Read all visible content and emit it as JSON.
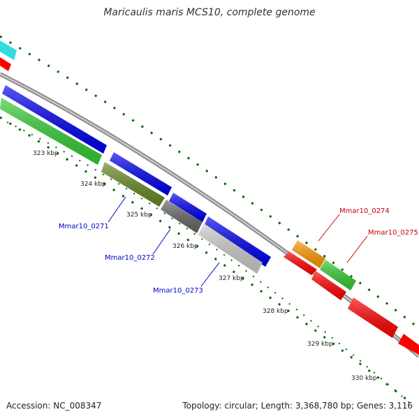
{
  "title": "Maricaulis maris MCS10, complete genome",
  "footer": {
    "accession": "Accession: NC_008347",
    "summary": "Topology: circular; Length: 3,368,780 bp; Genes: 3,116"
  },
  "scale_labels": [
    "323 kbp",
    "324 kbp",
    "325 kbp",
    "326 kbp",
    "327 kbp",
    "328 kbp",
    "329 kbp",
    "330 kbp"
  ],
  "gene_labels": [
    {
      "text": "Mmar10_0271",
      "color": "#0000cc"
    },
    {
      "text": "Mmar10_0272",
      "color": "#0000cc"
    },
    {
      "text": "Mmar10_0273",
      "color": "#0000cc"
    },
    {
      "text": "Mmar10_0274",
      "color": "#cc0000"
    },
    {
      "text": "Mmar10_0275",
      "color": "#cc0000"
    }
  ],
  "colors": {
    "backbone": "#8c8c8c",
    "forward_cds": "#0000ff",
    "reverse_cds": "#ff0000",
    "green_feature": "#33cc33",
    "cyan_feature": "#33dddd",
    "orange_feature": "#ff9900",
    "highlight_olive": "#668822",
    "highlight_dark": "#666666",
    "highlight_light": "#cccccc",
    "tick": "#006600"
  }
}
